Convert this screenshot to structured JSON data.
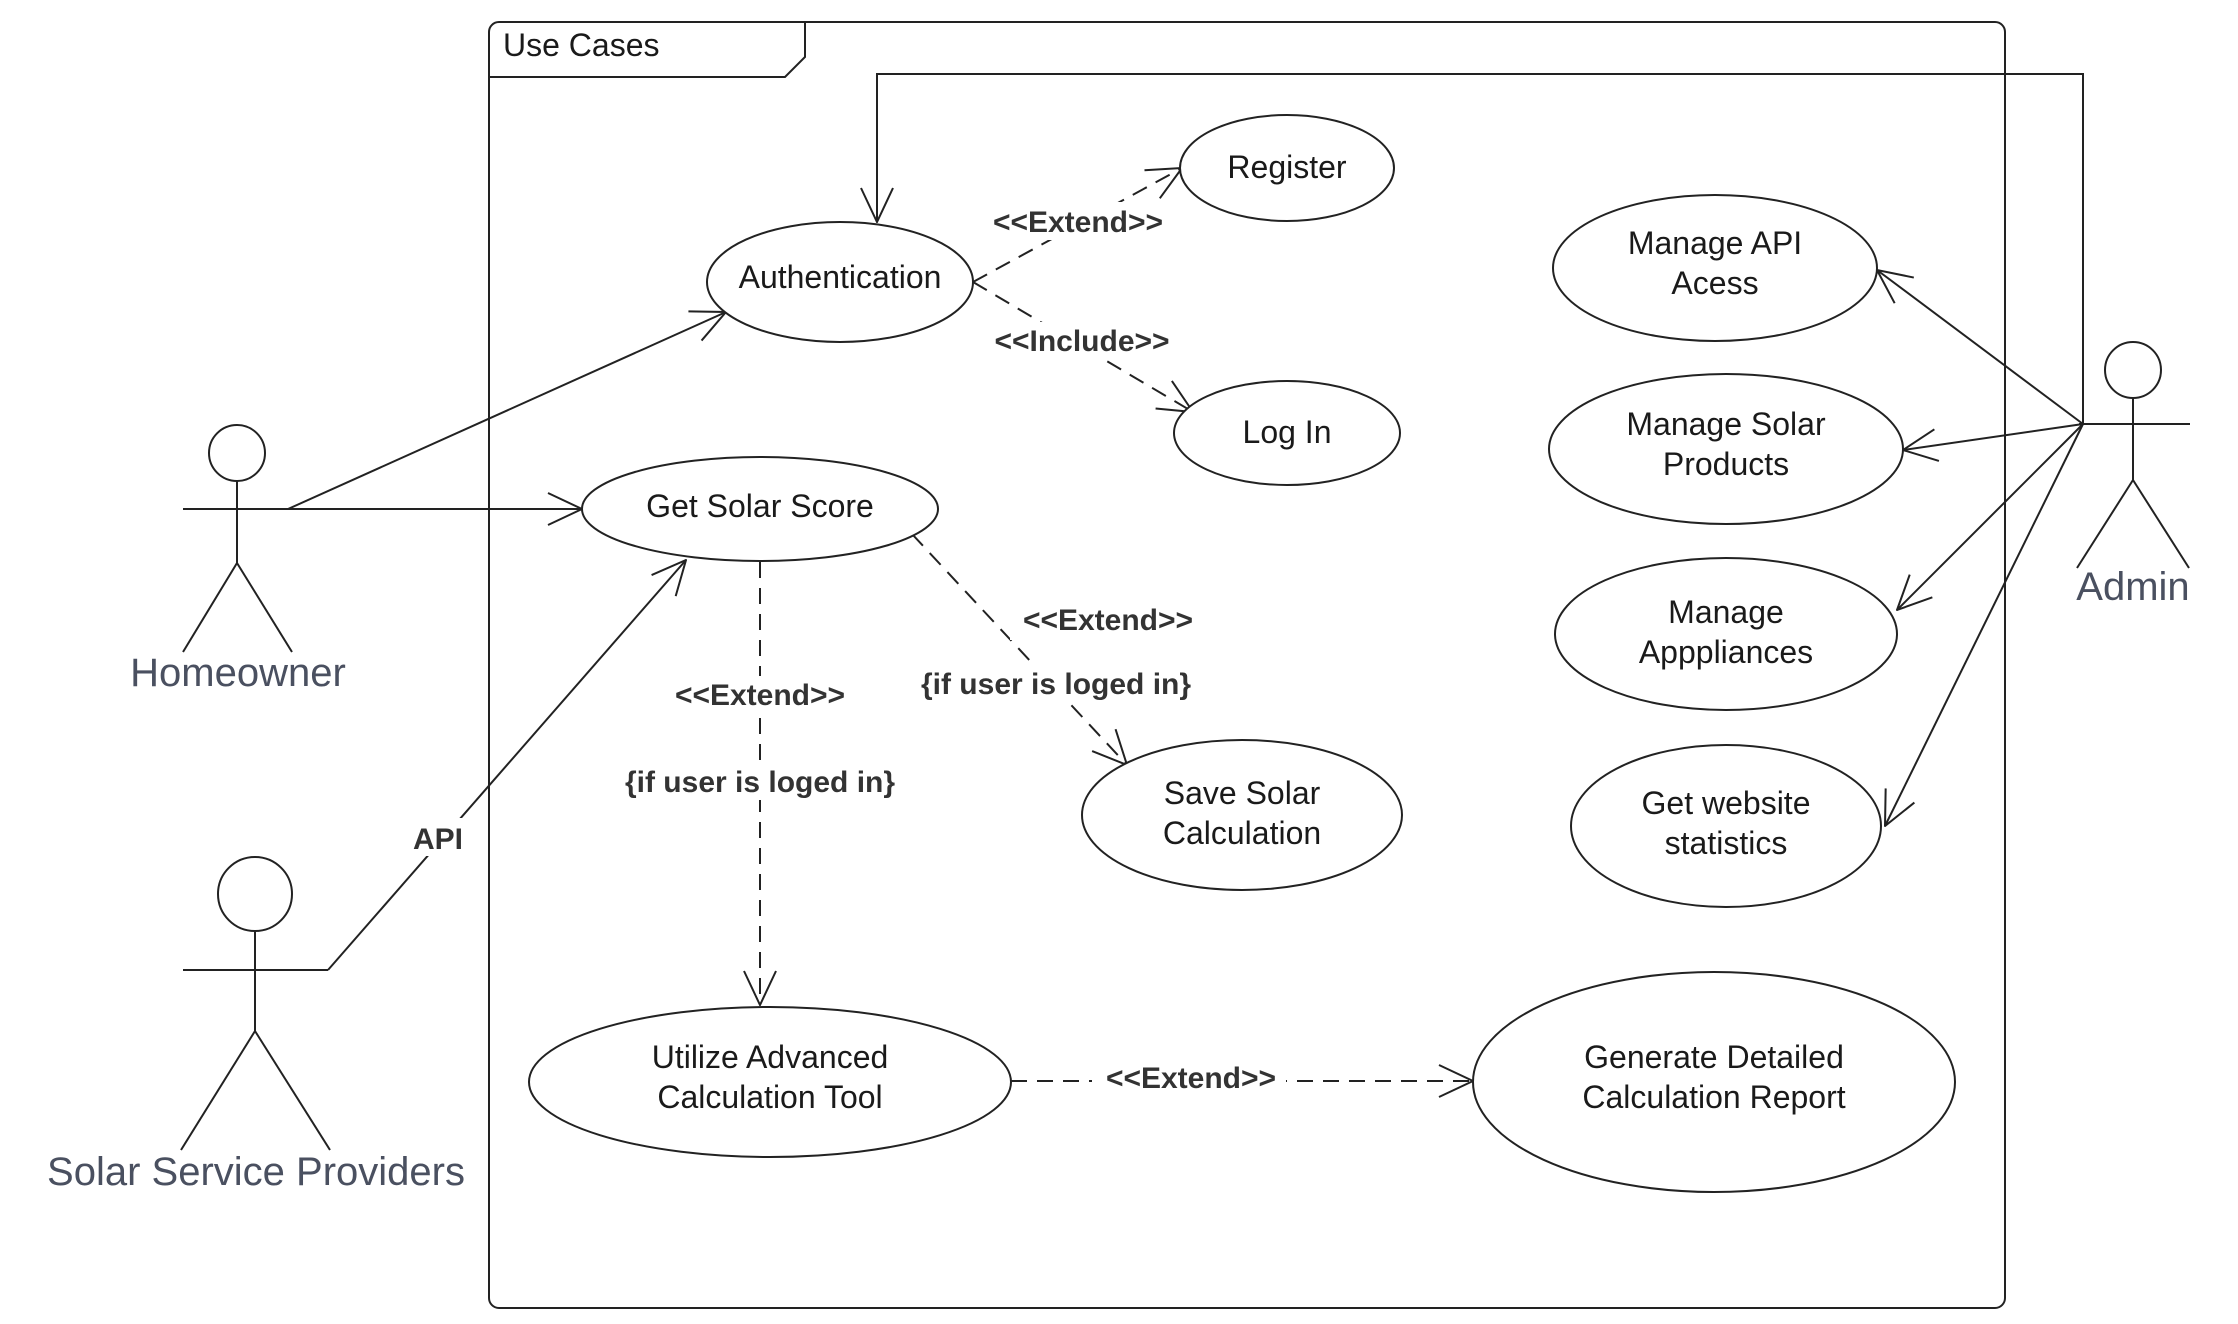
{
  "frame": {
    "title": "Use Cases"
  },
  "actors": {
    "homeowner": "Homeowner",
    "solar_service_providers": "Solar Service Providers",
    "admin": "Admin"
  },
  "use_cases": {
    "authentication": [
      "Authentication"
    ],
    "register": [
      "Register"
    ],
    "log_in": [
      "Log In"
    ],
    "get_solar_score": [
      "Get Solar Score"
    ],
    "save_solar_calculation": [
      "Save Solar",
      "Calculation"
    ],
    "utilize_advanced_calc": [
      "Utilize Advanced",
      "Calculation Tool"
    ],
    "generate_report": [
      "Generate Detailed",
      "Calculation Report"
    ],
    "manage_api_access": [
      "Manage API",
      "Acess"
    ],
    "manage_solar_products": [
      "Manage Solar",
      "Products"
    ],
    "manage_appliances": [
      "Manage",
      "Apppliances"
    ],
    "get_website_statistics": [
      "Get website",
      "statistics"
    ]
  },
  "relations": {
    "auth_register": "<<Extend>>",
    "auth_login": "<<Include>>",
    "score_save": "<<Extend>>",
    "score_save_condition": "{if user is loged in}",
    "score_advanced": "<<Extend>>",
    "score_advanced_condition": "{if user is loged in}",
    "advanced_report": "<<Extend>>",
    "provider_score": "API"
  }
}
